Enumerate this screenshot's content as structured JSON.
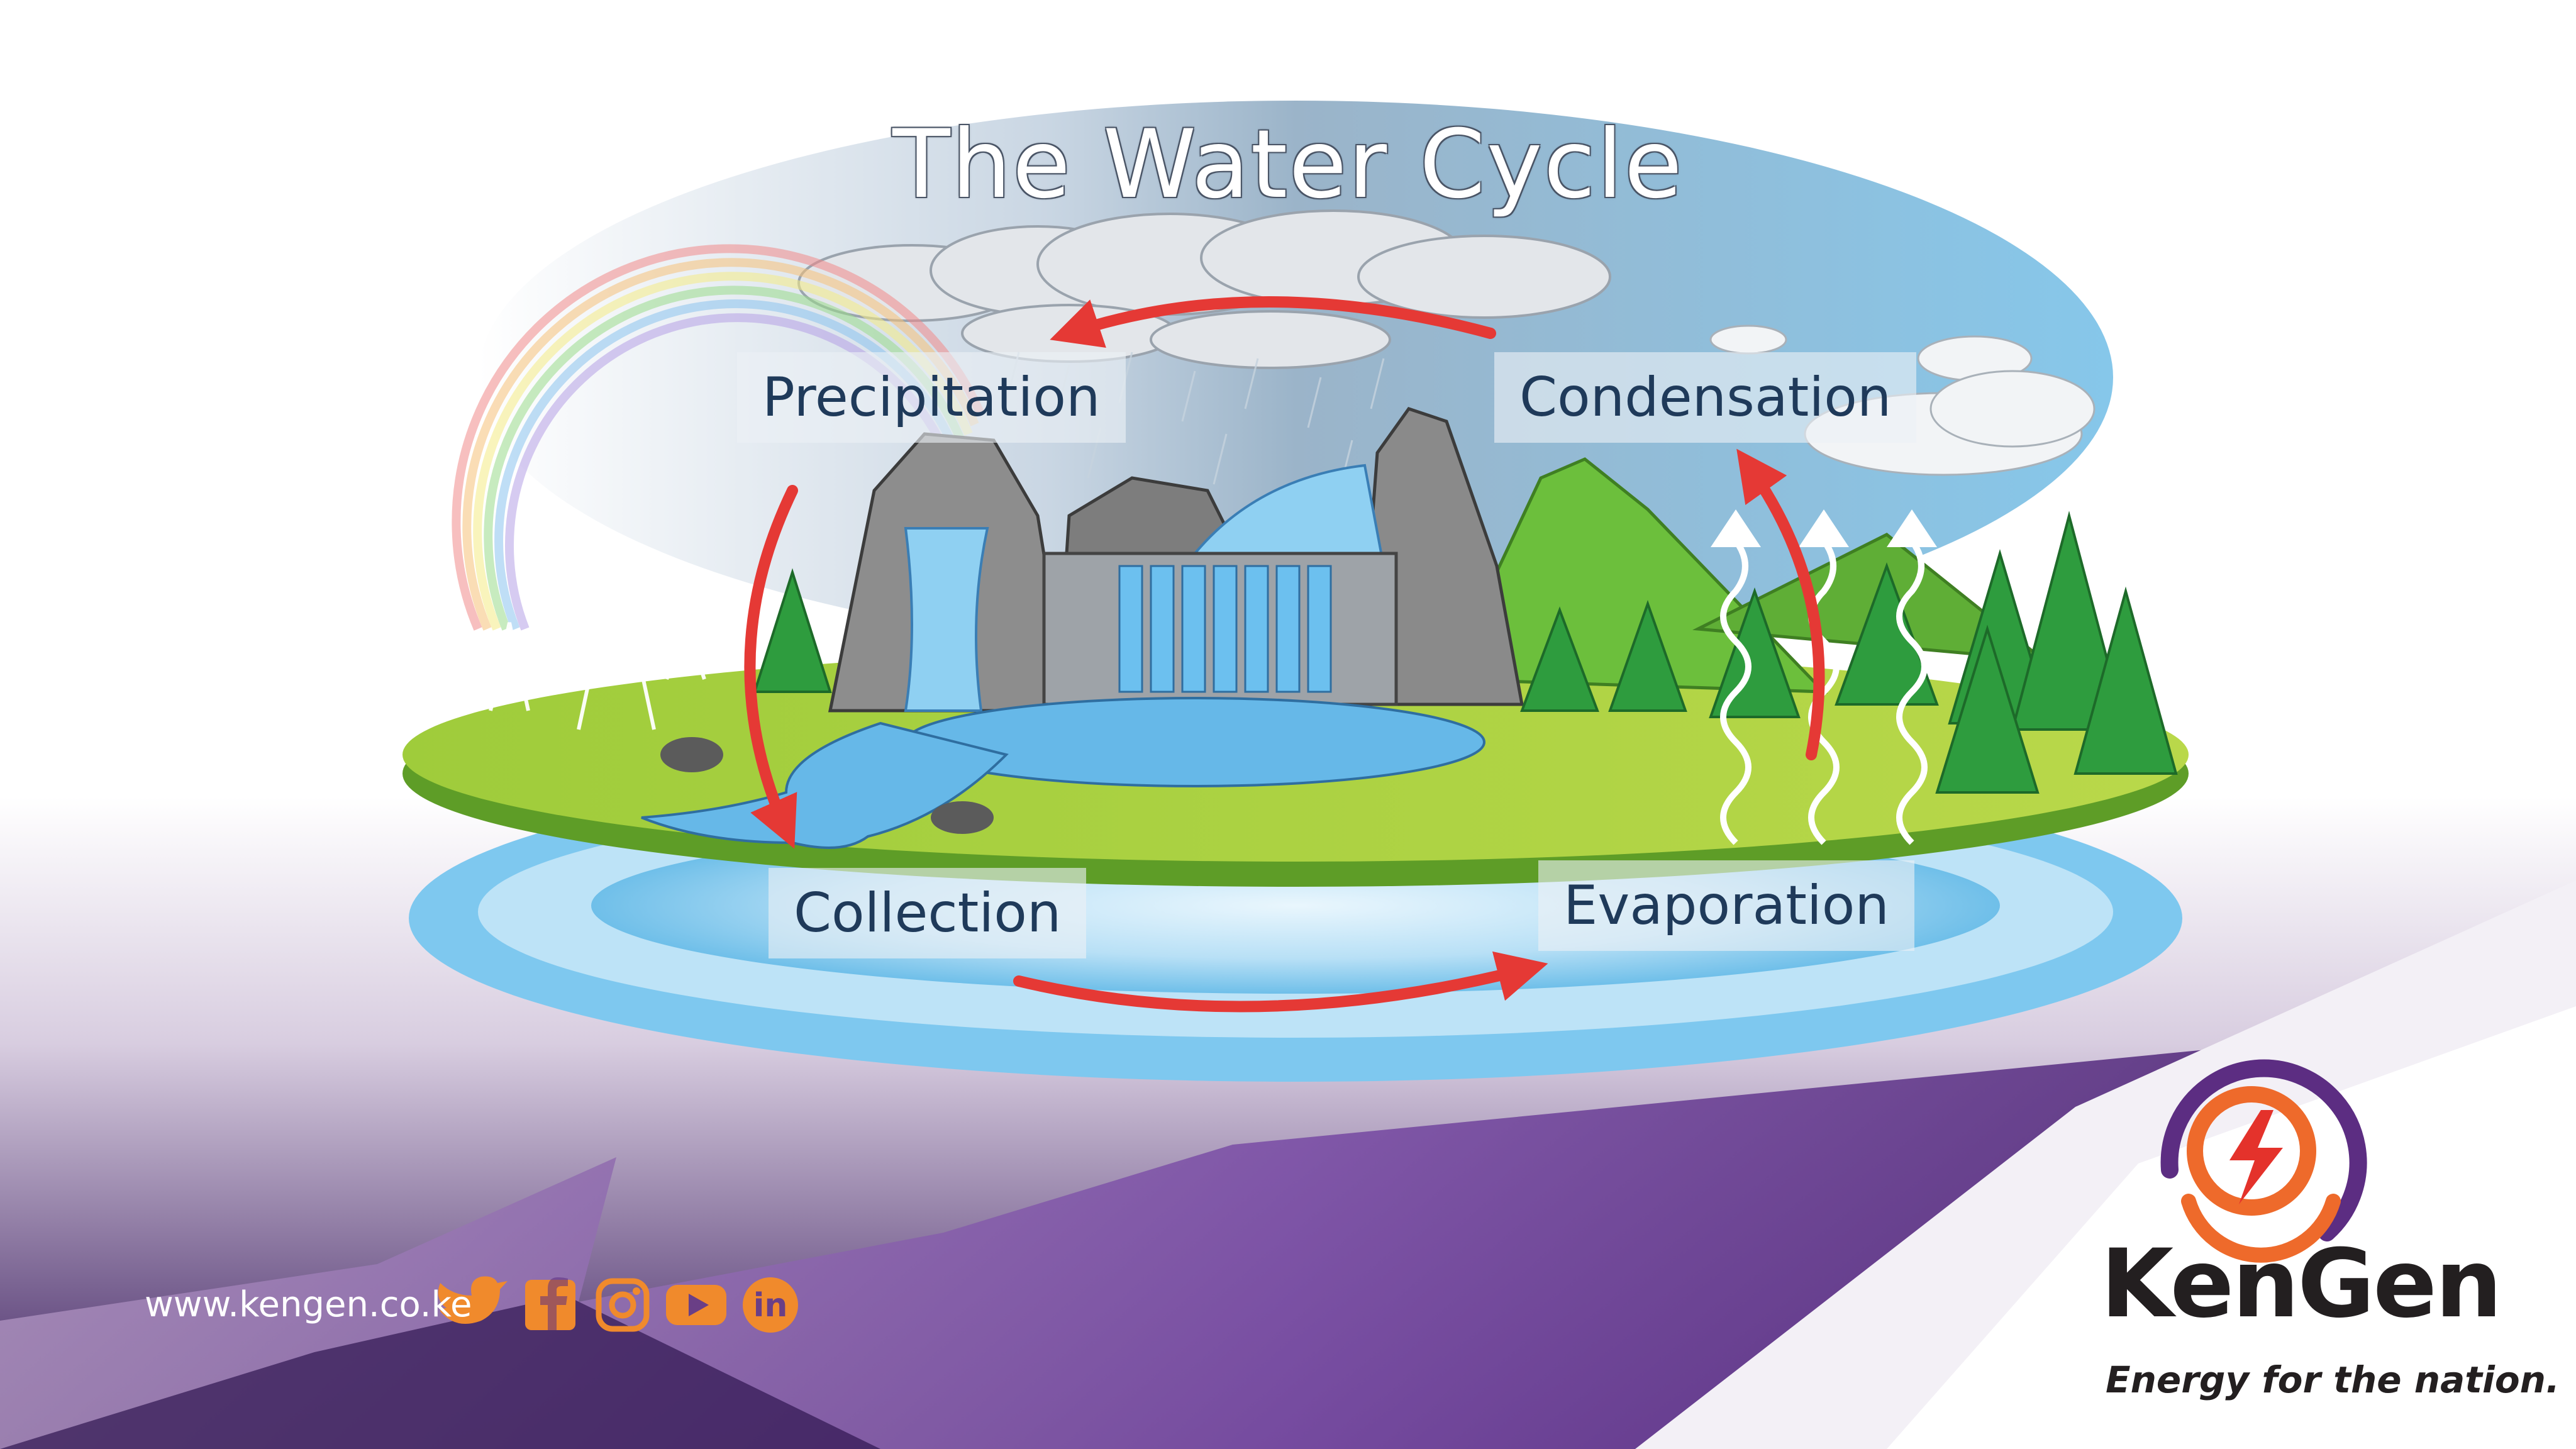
{
  "title": "The Water Cycle",
  "stages": {
    "precipitation": "Precipitation",
    "condensation": "Condensation",
    "collection": "Collection",
    "evaporation": "Evaporation"
  },
  "footer": {
    "website": "www.kengen.co.ke",
    "social_icons": [
      "twitter-icon",
      "facebook-icon",
      "instagram-icon",
      "youtube-icon",
      "linkedin-icon"
    ],
    "social_color": "#f08a2c"
  },
  "brand": {
    "name": "KenGen",
    "tagline": "Energy for the nation.",
    "purple": "#5c2d82",
    "orange": "#ee6a2b",
    "red": "#e4322b"
  },
  "colors": {
    "arrow": "#e53935",
    "sky": "#8fc7e3",
    "water": "#74c0ea",
    "grass": "#a6cf3f"
  }
}
